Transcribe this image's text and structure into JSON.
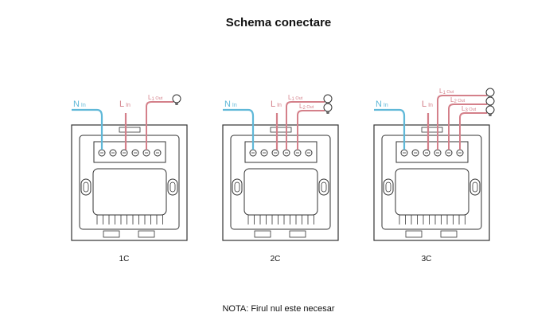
{
  "title": "Schema conectare",
  "note": "NOTA: Firul nul este necesar",
  "colors": {
    "neutral_wire": "#5fb8d8",
    "live_wire": "#d4808a",
    "outline": "#333333"
  },
  "panels": [
    {
      "caption": "1C",
      "neutral_label": {
        "main": "N",
        "sub": "In"
      },
      "live_label": {
        "main": "L",
        "sub": "In"
      },
      "outputs": [
        {
          "main": "L",
          "num": "1",
          "sub": "Out"
        }
      ]
    },
    {
      "caption": "2C",
      "neutral_label": {
        "main": "N",
        "sub": "In"
      },
      "live_label": {
        "main": "L",
        "sub": "In"
      },
      "outputs": [
        {
          "main": "L",
          "num": "1",
          "sub": "Out"
        },
        {
          "main": "L",
          "num": "2",
          "sub": "Out"
        }
      ]
    },
    {
      "caption": "3C",
      "neutral_label": {
        "main": "N",
        "sub": "In"
      },
      "live_label": {
        "main": "L",
        "sub": "In"
      },
      "outputs": [
        {
          "main": "L",
          "num": "1",
          "sub": "Out"
        },
        {
          "main": "L",
          "num": "2",
          "sub": "Out"
        },
        {
          "main": "L",
          "num": "3",
          "sub": "Out"
        }
      ]
    }
  ]
}
